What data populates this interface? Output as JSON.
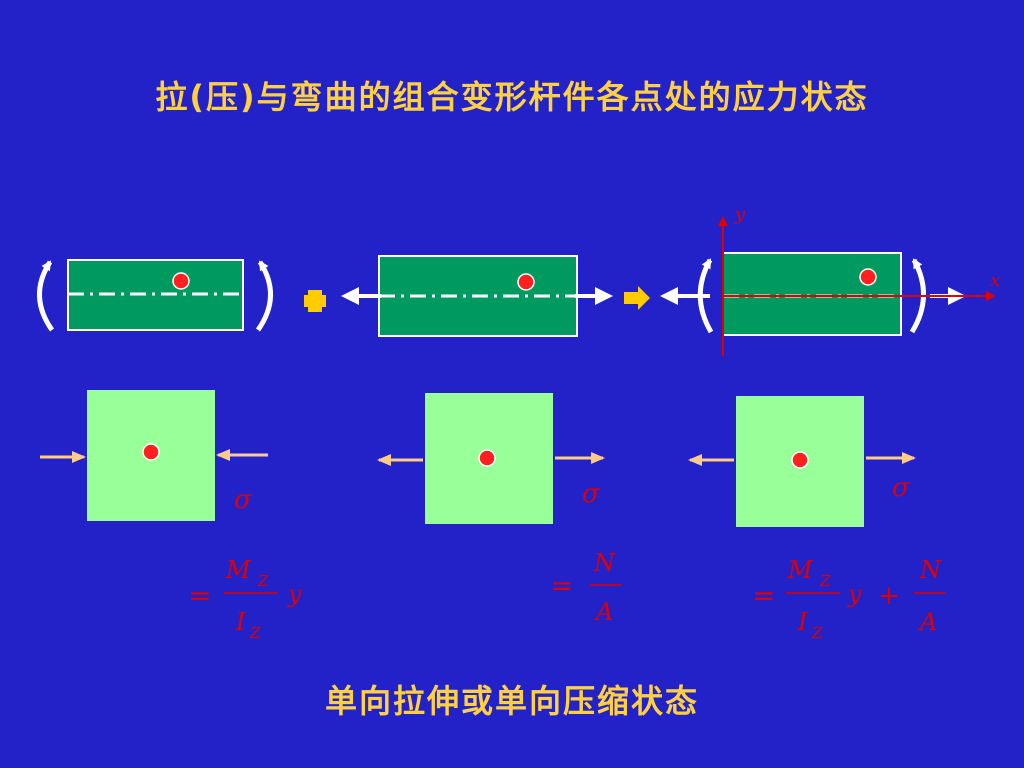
{
  "title": "拉(压)与弯曲的组合变形杆件各点处的应力状态",
  "subtitle": "单向拉伸或单向压缩状态",
  "axes": {
    "x_label": "x",
    "y_label": "y"
  },
  "operators": {
    "plus": "plus-sign",
    "implies": "right-arrow"
  },
  "states": [
    {
      "name": "bending",
      "stress_symbol": "σ",
      "formula": {
        "equals": "=",
        "numerator": "M",
        "numerator_sub": "Z",
        "denominator": "I",
        "denominator_sub": "Z",
        "multiplier": "y"
      }
    },
    {
      "name": "axial",
      "stress_symbol": "σ",
      "formula": {
        "equals": "=",
        "numerator": "N",
        "denominator": "A"
      }
    },
    {
      "name": "combined",
      "stress_symbol": "σ",
      "formula": {
        "equals": "=",
        "numerator": "M",
        "numerator_sub": "Z",
        "denominator": "I",
        "denominator_sub": "Z",
        "multiplier": "y",
        "plus": "+",
        "numerator2": "N",
        "denominator2": "A"
      }
    }
  ],
  "colors": {
    "background": "#2222c8",
    "beam": "#009960",
    "element": "#99ff99",
    "point": "#ff2020",
    "title": "#ffd040",
    "formula": "#e00000",
    "stress_arrow": "#ffcc88",
    "axis": "#e00000"
  }
}
